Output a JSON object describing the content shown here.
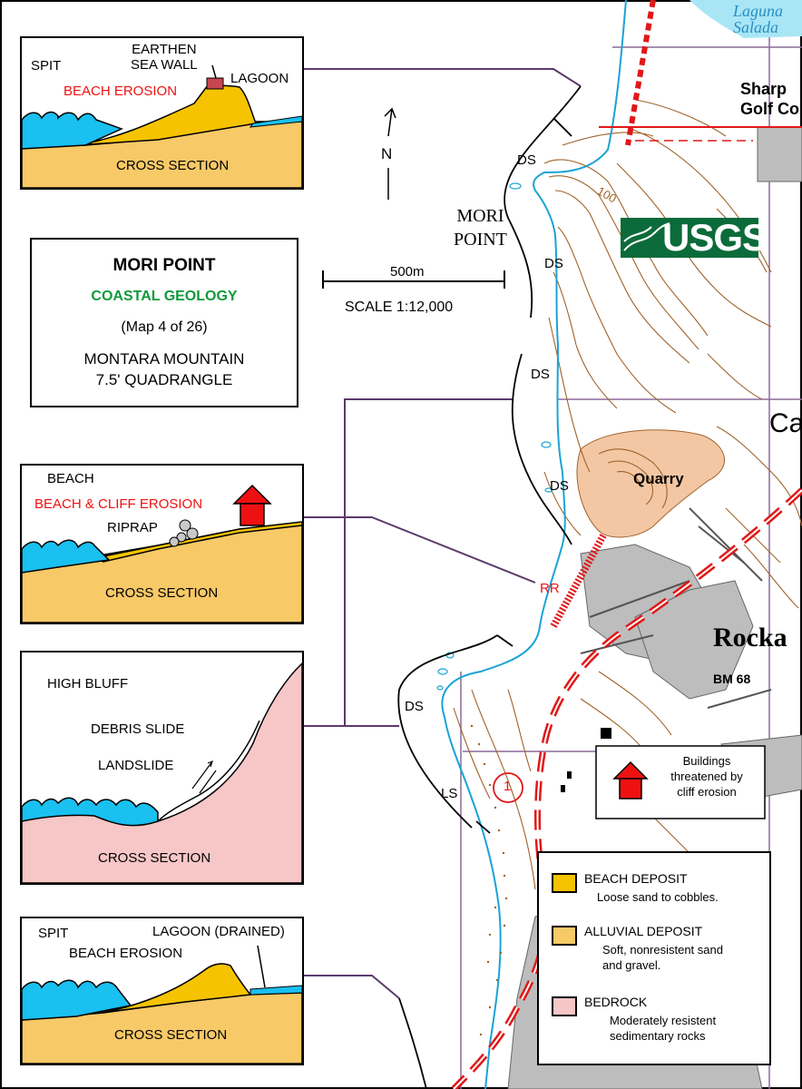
{
  "map": {
    "labels": {
      "laguna_1": "Laguna",
      "laguna_2": "Salada",
      "golf_1": "Sharp",
      "golf_2": "Golf Co",
      "mori_1": "MORI",
      "mori_2": "POINT",
      "ds": "DS",
      "ls": "LS",
      "rr": "RR",
      "contour": "100",
      "quarry": "Quarry",
      "town": "Rocka",
      "bm": "BM 68",
      "c_label": "Ca",
      "route": "1"
    },
    "north": "N",
    "scale_distance": "500m",
    "scale_ratio": "SCALE  1:12,000",
    "logo": "USGS"
  },
  "title_box": {
    "title": "MORI POINT",
    "subtitle": "COASTAL GEOLOGY",
    "map_number": "(Map 4 of 26)",
    "quad_1": "MONTARA MOUNTAIN",
    "quad_2": "7.5' QUADRANGLE"
  },
  "panels": {
    "p1": {
      "spit": "SPIT",
      "sea_wall_1": "EARTHEN",
      "sea_wall_2": "SEA WALL",
      "lagoon": "LAGOON",
      "erosion": "BEACH EROSION",
      "section": "CROSS SECTION"
    },
    "p2": {
      "beach": "BEACH",
      "erosion": "BEACH & CLIFF EROSION",
      "riprap": "RIPRAP",
      "section": "CROSS SECTION"
    },
    "p3": {
      "bluff": "HIGH BLUFF",
      "debris": "DEBRIS SLIDE",
      "landslide": "LANDSLIDE",
      "section": "CROSS SECTION"
    },
    "p4": {
      "spit": "SPIT",
      "lagoon": "LAGOON (DRAINED)",
      "erosion": "BEACH EROSION",
      "section": "CROSS SECTION"
    }
  },
  "buildings_note": [
    "Buildings",
    "threatened by",
    "cliff erosion"
  ],
  "legend": {
    "beach": {
      "title": "BEACH DEPOSIT",
      "desc": [
        "Loose sand to cobbles."
      ],
      "color": "#f5c300"
    },
    "alluvial": {
      "title": "ALLUVIAL DEPOSIT",
      "desc": [
        "Soft, nonresistent sand",
        "and gravel."
      ],
      "color": "#f7c967"
    },
    "bedrock": {
      "title": "BEDROCK",
      "desc": [
        "Moderately resistent",
        "sedimentary rocks"
      ],
      "color": "#f7c6c6"
    }
  },
  "colors": {
    "water": "#19c0f0",
    "sand": "#f5c300",
    "alluvial": "#f7c967",
    "bedrock": "#f7c6c6",
    "road_red": "#e01818",
    "contour": "#a0622a",
    "urban": "#bdbdbd",
    "leader": "#5a3a6a"
  }
}
